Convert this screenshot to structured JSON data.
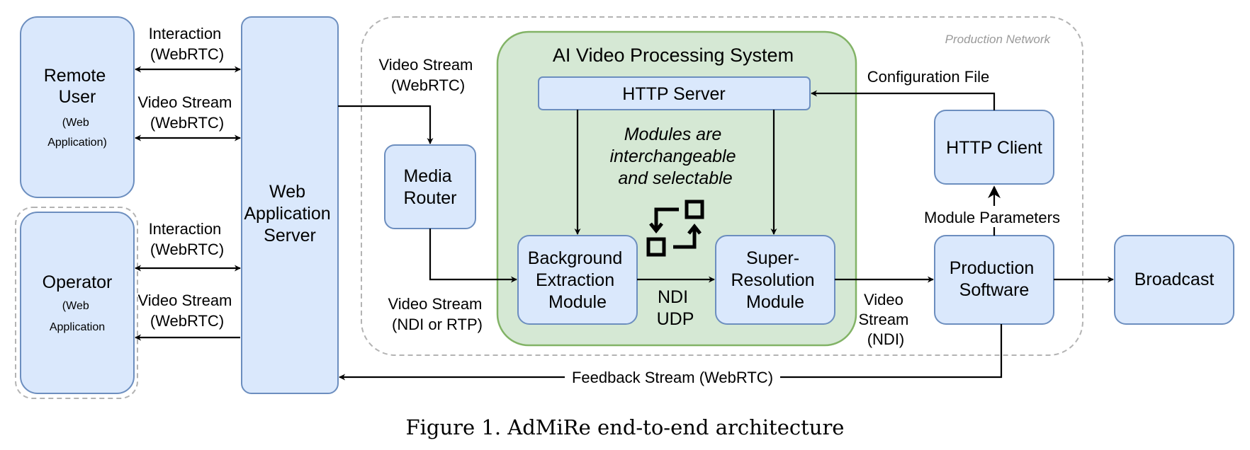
{
  "network": {
    "label": "Production Network"
  },
  "ai_system": {
    "title": "AI Video Processing System",
    "note": [
      "Modules are",
      "interchangeable",
      "and selectable"
    ]
  },
  "boxes": {
    "remote_user": {
      "lines": [
        "Remote",
        "User"
      ],
      "sub": [
        "(Web",
        "Application)"
      ]
    },
    "operator": {
      "lines": [
        "Operator"
      ],
      "sub": [
        "(Web",
        "Application"
      ]
    },
    "web_app_server": {
      "lines": [
        "Web",
        "Application",
        "Server"
      ]
    },
    "media_router": {
      "lines": [
        "Media",
        "Router"
      ]
    },
    "http_server": {
      "lines": [
        "HTTP Server"
      ]
    },
    "background_module": {
      "lines": [
        "Background",
        "Extraction",
        "Module"
      ]
    },
    "superres_module": {
      "lines": [
        "Super-",
        "Resolution",
        "Module"
      ]
    },
    "http_client": {
      "lines": [
        "HTTP Client"
      ]
    },
    "production_software": {
      "lines": [
        "Production",
        "Software"
      ]
    },
    "broadcast": {
      "lines": [
        "Broadcast"
      ]
    }
  },
  "edge_labels": {
    "remote_interaction": [
      "Interaction",
      "(WebRTC)"
    ],
    "remote_video": [
      "Video Stream",
      "(WebRTC)"
    ],
    "operator_interaction": [
      "Interaction",
      "(WebRTC)"
    ],
    "operator_video": [
      "Video Stream",
      "(WebRTC)"
    ],
    "server_to_router": [
      "Video Stream",
      "(WebRTC)"
    ],
    "router_to_module": [
      "Video Stream",
      "(NDI or RTP)"
    ],
    "module_link": [
      "NDI",
      "UDP"
    ],
    "to_production": [
      "Video",
      "Stream",
      "(NDI)"
    ],
    "config_file": [
      "Configuration File"
    ],
    "module_params": [
      "Module Parameters"
    ],
    "feedback": [
      "Feedback Stream (WebRTC)"
    ]
  },
  "caption": "Figure 1. AdMiRe end-to-end architecture"
}
